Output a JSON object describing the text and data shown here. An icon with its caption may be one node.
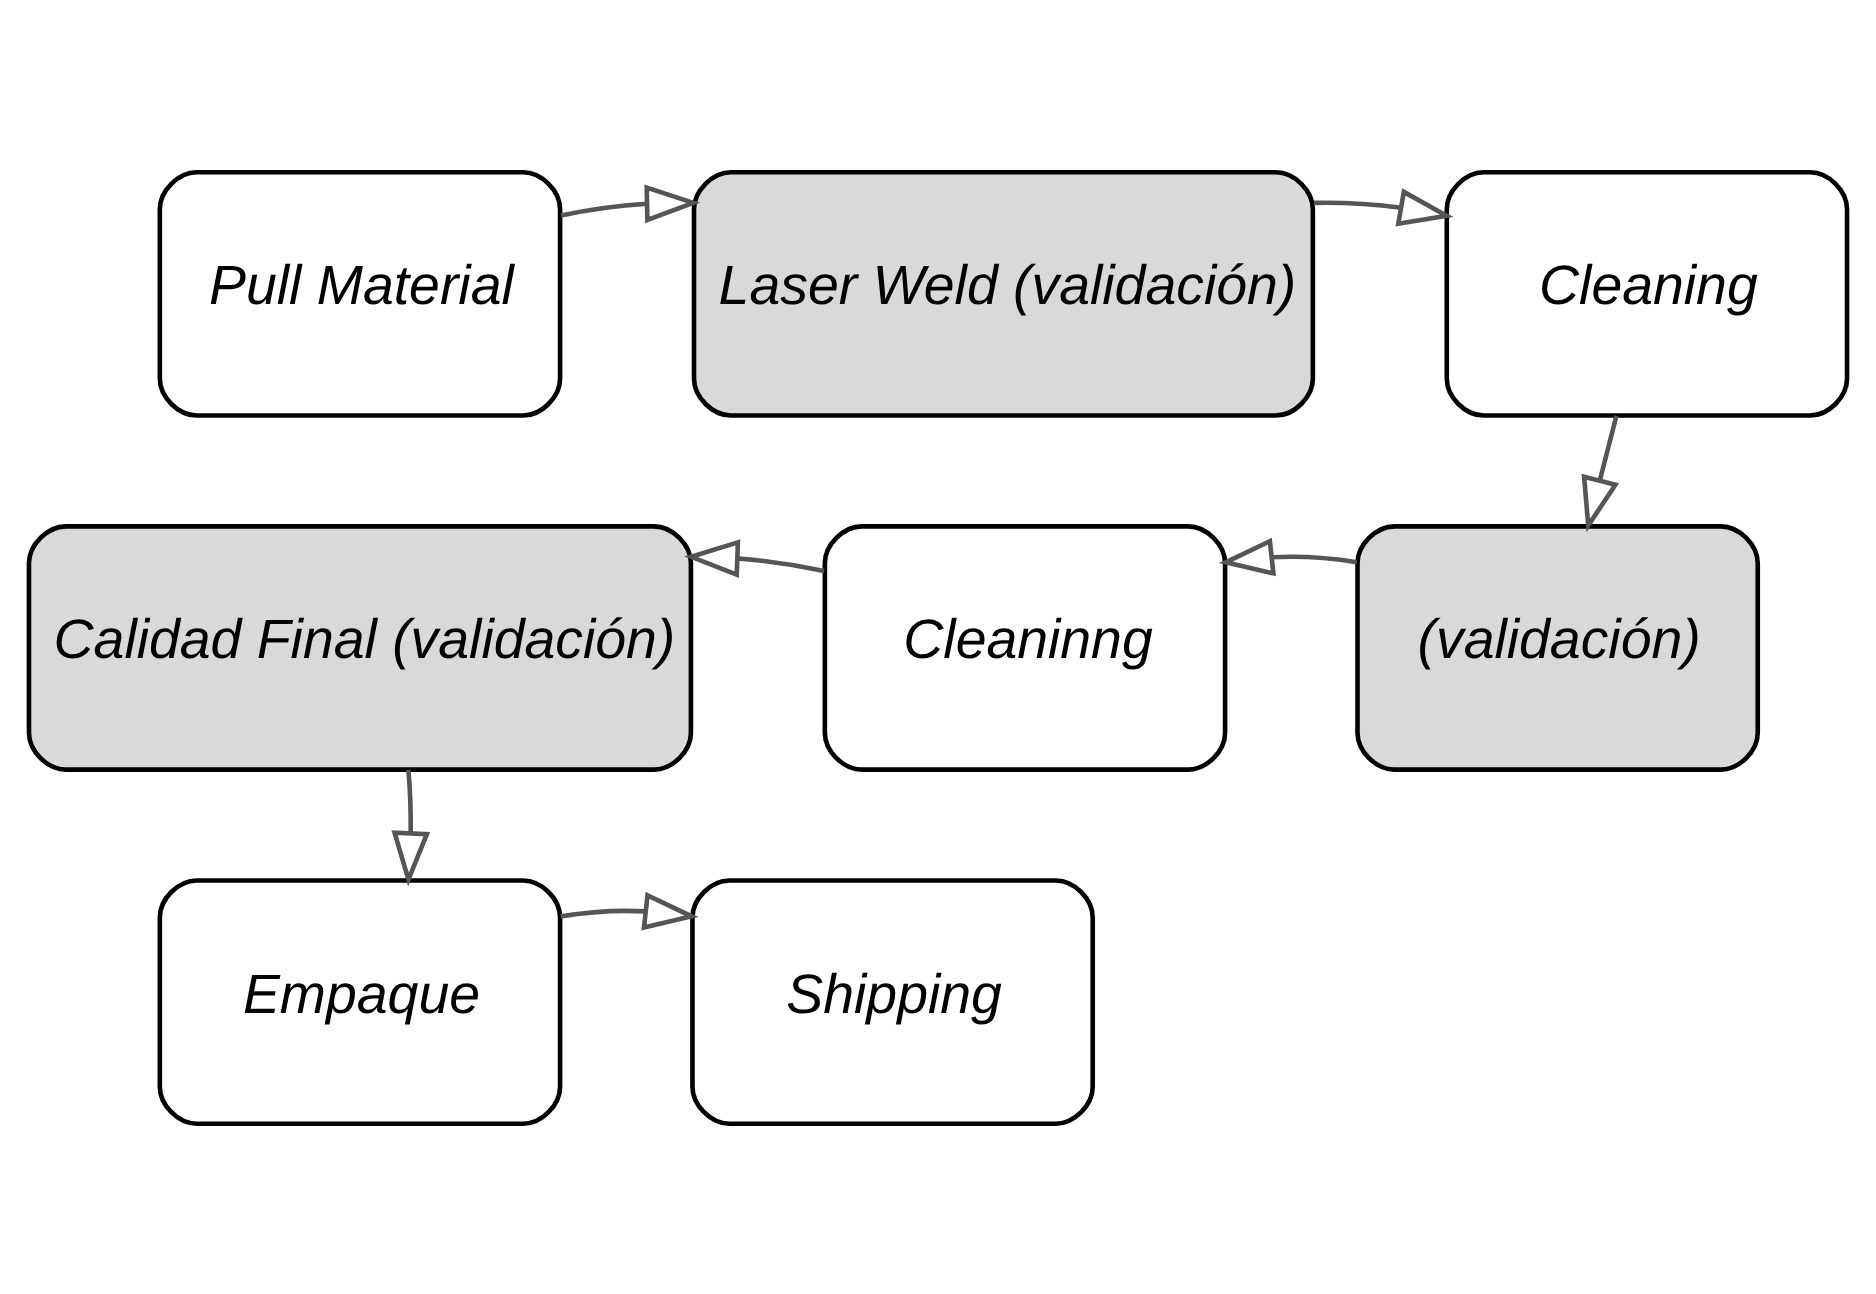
{
  "diagram": {
    "nodes": [
      {
        "text": [
          "Pull Material"
        ]
      },
      {
        "text": [
          "Laser Weld (validación)"
        ]
      },
      {
        "text": [
          "Cleaning"
        ]
      },
      {
        "text": [
          "(validación)"
        ]
      },
      {
        "text": [
          "Cleaninng"
        ]
      },
      {
        "text": [
          "Calidad Final (validación)"
        ]
      },
      {
        "text": [
          "Empaque"
        ]
      },
      {
        "text": [
          "Shipping"
        ]
      }
    ],
    "edges": [
      {
        "from": 0,
        "to": 1,
        "arrow": "to"
      },
      {
        "from": 1,
        "to": 2,
        "arrow": "to"
      },
      {
        "from": 2,
        "to": 3,
        "arrow": "to"
      },
      {
        "from": 3,
        "to": 4,
        "arrow": "to"
      },
      {
        "from": 4,
        "to": 5,
        "arrow": "to"
      },
      {
        "from": 5,
        "to": 6,
        "arrow": "to"
      },
      {
        "from": 6,
        "to": 7,
        "arrow": "to"
      }
    ]
  }
}
